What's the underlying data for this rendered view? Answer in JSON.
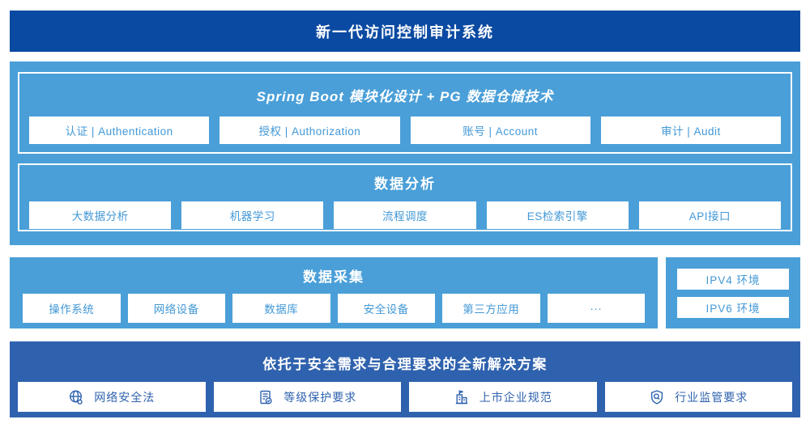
{
  "colors": {
    "banner_bg": "#0b4aa2",
    "light_section_bg": "#4a9fd8",
    "solution_bg": "#2f62ae",
    "chip_text_light": "#4298d6",
    "chip_text_dark": "#2f62ae",
    "title_text": "#ffffff"
  },
  "banner": {
    "title": "新一代访问控制审计系统"
  },
  "platform": {
    "springboot": {
      "title": "Spring Boot 模块化设计 + PG 数据仓储技术",
      "boxes": [
        "认证 | Authentication",
        "授权 | Authorization",
        "账号 | Account",
        "审计 | Audit"
      ]
    },
    "analysis": {
      "title": "数据分析",
      "boxes": [
        "大数据分析",
        "机器学习",
        "流程调度",
        "ES检索引擎",
        "API接口"
      ]
    }
  },
  "collection": {
    "title": "数据采集",
    "boxes": [
      "操作系统",
      "网络设备",
      "数据库",
      "安全设备",
      "第三方应用",
      "···"
    ]
  },
  "network_env": {
    "boxes": [
      "IPV4 环境",
      "IPV6 环境"
    ]
  },
  "solution": {
    "title": "依托于安全需求与合理要求的全新解决方案",
    "boxes": [
      {
        "icon": "globe-icon",
        "label": "网络安全法"
      },
      {
        "icon": "document-check-icon",
        "label": "等级保护要求"
      },
      {
        "icon": "building-icon",
        "label": "上市企业规范"
      },
      {
        "icon": "shield-search-icon",
        "label": "行业监管要求"
      }
    ]
  }
}
